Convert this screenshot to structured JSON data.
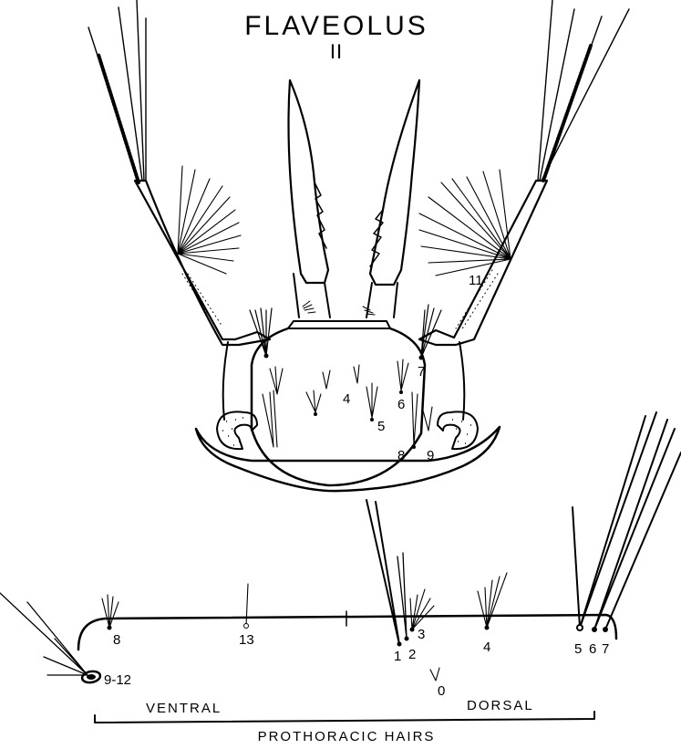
{
  "figure": {
    "title": "FLAVEOLUS",
    "subtitle": "II",
    "head_labels": [
      "4",
      "5",
      "6",
      "7",
      "8",
      "9",
      "11"
    ],
    "hair_labels": [
      "8",
      "13",
      "1",
      "2",
      "3",
      "4",
      "5",
      "6",
      "7",
      "9-12",
      "0"
    ],
    "ventral_label": "VENTRAL",
    "dorsal_label": "DORSAL",
    "footer_label": "PROTHORACIC HAIRS"
  },
  "colors": {
    "ink": "#000000",
    "paper": "#ffffff"
  }
}
